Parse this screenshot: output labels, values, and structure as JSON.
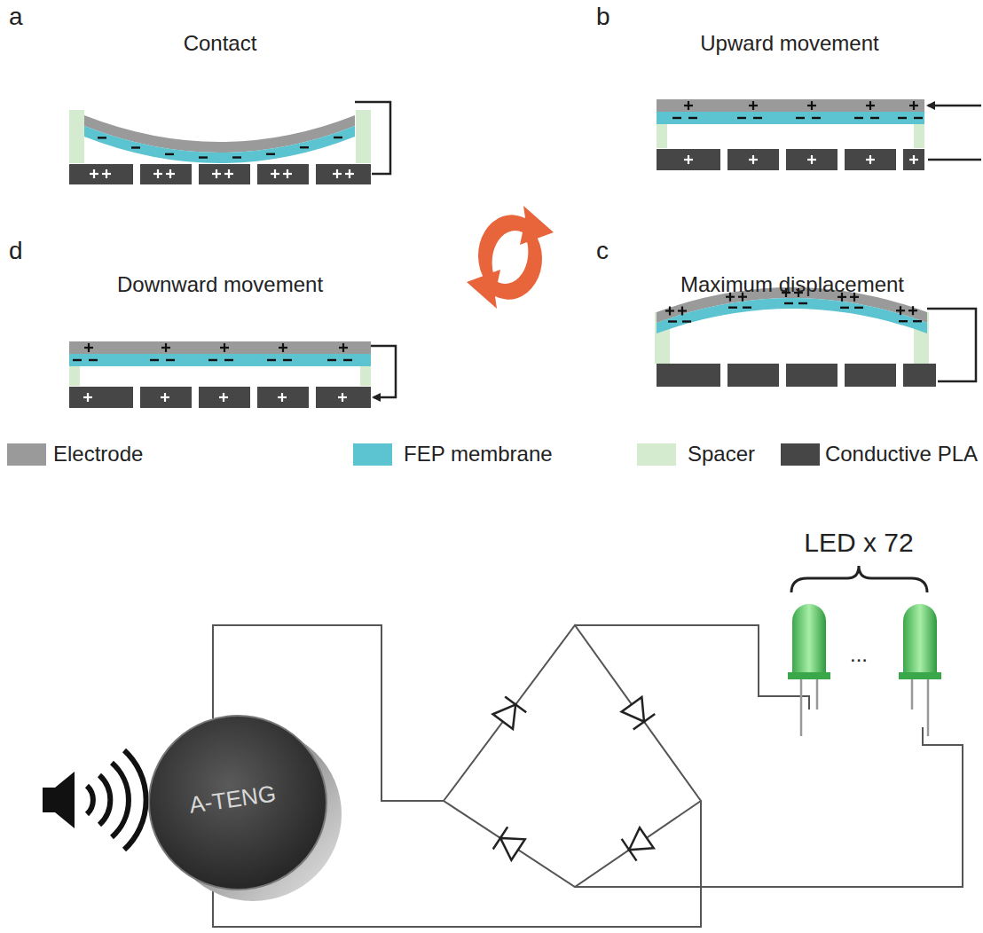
{
  "diagram": {
    "labels": [
      "a",
      "Contact",
      "b",
      "Upward movement",
      "d",
      "Downward movement",
      "c",
      "Maximum displacement",
      "LED x 72",
      "...",
      "A-TENG"
    ],
    "legend": [
      {
        "text": "Electrode",
        "color": "#9a9a9a"
      },
      {
        "text": "FEP membrane",
        "color": "#5cc3d1"
      },
      {
        "text": "Spacer",
        "color": "#d5ebcf"
      },
      {
        "text": "Conductive PLA",
        "color": "#464646"
      }
    ]
  }
}
